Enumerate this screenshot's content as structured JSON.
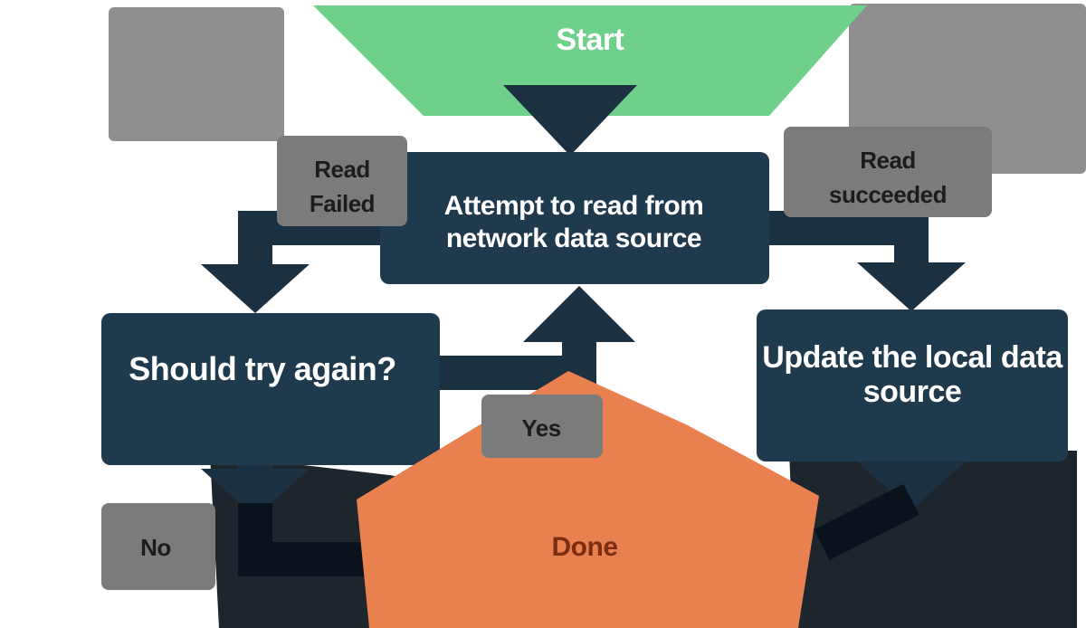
{
  "diagram": {
    "type": "flowchart",
    "background_color": "#ffffff",
    "colors": {
      "start_node": "#6fd08c",
      "process_node": "#1f3a4d",
      "terminal_node": "#e8814f",
      "edge": "#1b3040",
      "edge_dark": "#0a121b",
      "edge_label_bg": "#7b7b7b",
      "node_text": "#ffffff",
      "edge_label_text": "#1c1c1c",
      "terminal_text": "#7c2d12"
    },
    "nodes": {
      "start": {
        "label": "Start"
      },
      "attempt": {
        "line1": "Attempt to read from",
        "line2": "network data source"
      },
      "should_try_again": {
        "label": "Should try again?"
      },
      "update_local": {
        "line1": "Update the local data",
        "line2": "source"
      },
      "done": {
        "label": "Done"
      }
    },
    "edge_labels": {
      "read_failed": {
        "line1": "Read",
        "line2": "Failed"
      },
      "read_succeeded": {
        "line1": "Read",
        "line2": "succeeded"
      },
      "yes": {
        "label": "Yes"
      },
      "no": {
        "label": "No"
      }
    },
    "edges": [
      {
        "from": "Start",
        "to": "Attempt to read from network data source",
        "label": ""
      },
      {
        "from": "Attempt to read from network data source",
        "to": "Should try again?",
        "label": "Read Failed"
      },
      {
        "from": "Attempt to read from network data source",
        "to": "Update the local data source",
        "label": "Read succeeded"
      },
      {
        "from": "Should try again?",
        "to": "Attempt to read from network data source",
        "label": "Yes"
      },
      {
        "from": "Should try again?",
        "to": "Done",
        "label": "No"
      },
      {
        "from": "Update the local data source",
        "to": "Done",
        "label": ""
      }
    ]
  }
}
